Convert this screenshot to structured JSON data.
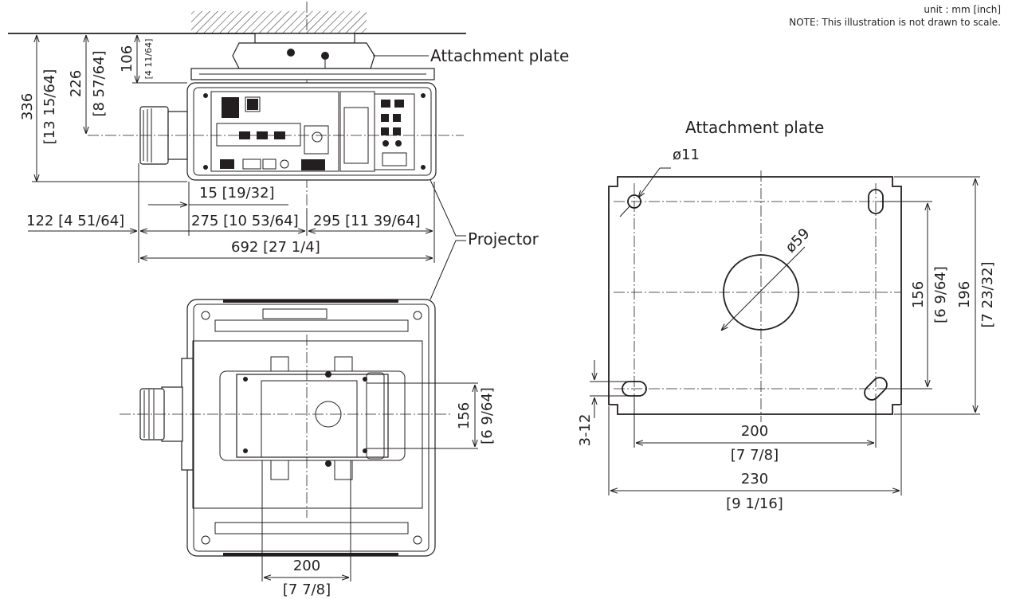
{
  "notes": {
    "unit": "unit : mm [inch]",
    "scale_note": "NOTE: This illustration is not drawn to scale."
  },
  "labels": {
    "attachment_plate": "Attachment plate",
    "projector": "Projector",
    "attachment_plate_title": "Attachment plate"
  },
  "side_view": {
    "dim_336": "336",
    "dim_336_in": "[13 15/64]",
    "dim_226": "226",
    "dim_226_in": "[8 57/64]",
    "dim_106": "106",
    "dim_106_in": "[4 11/64]",
    "dim_15": "15 [19/32]",
    "dim_122": "122 [4 51/64]",
    "dim_275": "275 [10 53/64]",
    "dim_295": "295 [11 39/64]",
    "dim_692": "692 [27 1/4]"
  },
  "bottom_view": {
    "dim_156": "156",
    "dim_156_in": "[6 9/64]",
    "dim_200": "200",
    "dim_200_in": "[7 7/8]"
  },
  "plate_view": {
    "hole_dia": "ø11",
    "center_dia": "ø59",
    "dim_156": "156",
    "dim_156_in": "[6 9/64]",
    "dim_196": "196",
    "dim_196_in": "[7 23/32]",
    "dim_3_12": "3-12",
    "dim_200": "200",
    "dim_200_in": "[7 7/8]",
    "dim_230": "230",
    "dim_230_in": "[9 1/16]"
  },
  "colors": {
    "ink": "#231f20",
    "background": "#ffffff"
  }
}
